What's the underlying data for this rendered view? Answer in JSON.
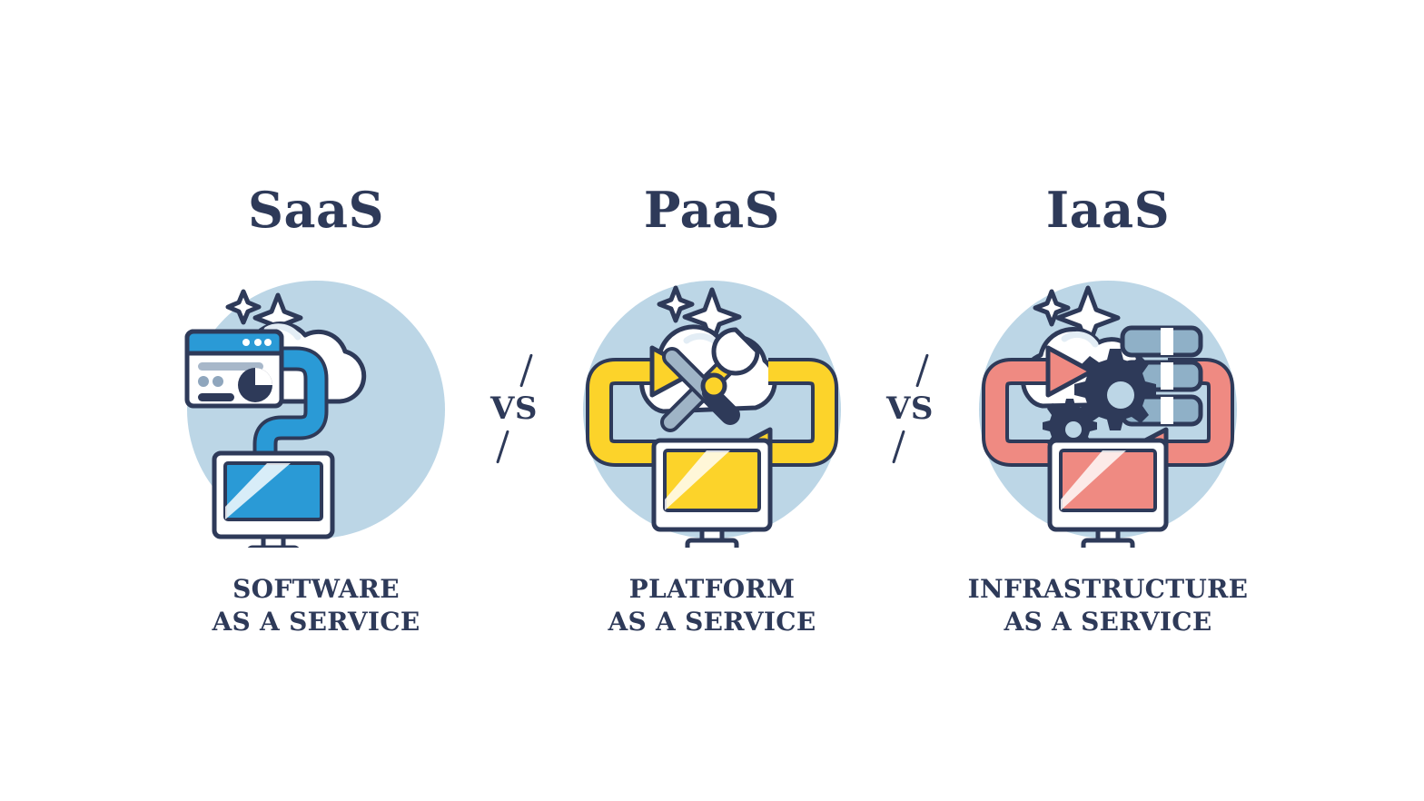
{
  "diagram": {
    "type": "comparison-infographic",
    "background_color": "#ffffff",
    "palette": {
      "ink": "#2e3a59",
      "circle_bg": "#bcd6e6",
      "saas_accent": "#2a9ad6",
      "paas_accent": "#fcd32a",
      "iaas_accent": "#ef8a82",
      "server_blue": "#8fb0c7",
      "cloud_white": "#ffffff"
    },
    "separator": {
      "label": "VS",
      "slash_glyph": "/",
      "count": 2
    },
    "panels": [
      {
        "id": "saas",
        "title": "SaaS",
        "caption_line1": "SOFTWARE",
        "caption_line2": "AS A SERVICE",
        "accent": "#2a9ad6",
        "icons": [
          "browser-window-icon",
          "cloud-icon",
          "sparkle-icon",
          "curved-arrow-icon",
          "monitor-icon"
        ]
      },
      {
        "id": "paas",
        "title": "PaaS",
        "caption_line1": "PLATFORM",
        "caption_line2": "AS A SERVICE",
        "accent": "#fcd32a",
        "icons": [
          "cloud-icon",
          "sparkle-icon",
          "wrench-icon",
          "screwdriver-icon",
          "cycle-arrows-icon",
          "monitor-icon"
        ]
      },
      {
        "id": "iaas",
        "title": "IaaS",
        "caption_line1": "INFRASTRUCTURE",
        "caption_line2": "AS A SERVICE",
        "accent": "#ef8a82",
        "icons": [
          "cloud-icon",
          "sparkle-icon",
          "server-stack-icon",
          "gear-icon",
          "cycle-arrows-icon",
          "monitor-icon"
        ]
      }
    ]
  }
}
